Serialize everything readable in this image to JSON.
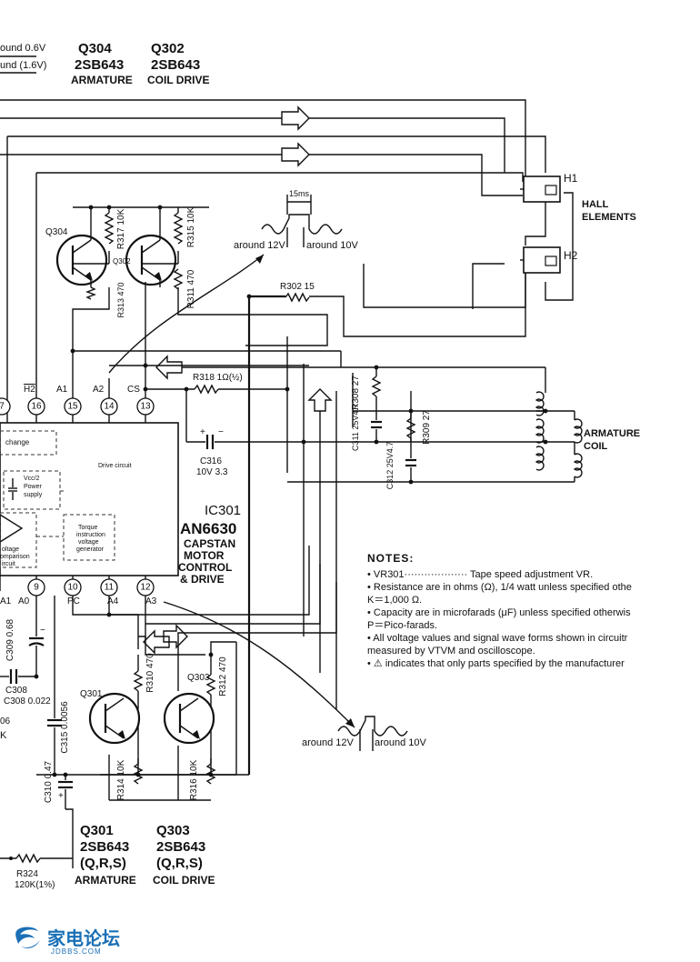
{
  "top_left": {
    "line1": "ound 0.6V",
    "line2": "und (1.6V)"
  },
  "q304_top": {
    "id": "Q304",
    "part": "2SB643",
    "role": "ARMATURE"
  },
  "q302_top": {
    "id": "Q302",
    "part": "2SB643",
    "role": "COIL DRIVE"
  },
  "q304_label": "Q304",
  "q302_label": "Q302",
  "r317": "R317 10K",
  "r315": "R315 10K",
  "r313": "R313 470",
  "r311": "R311 470",
  "r302": "R302 15",
  "r318": "R318 1Ω(½)",
  "r308": "R308 27",
  "r309": "R309 27",
  "c311": "C311 25V4.7",
  "c312": "C312 25V4.7",
  "c316": {
    "name": "C316",
    "value": "10V 3.3"
  },
  "hall": {
    "h1": "H1",
    "h2": "H2",
    "line1": "HALL",
    "line2": "ELEMENTS"
  },
  "armature": {
    "line1": "ARMATURE",
    "line2": "COIL"
  },
  "wave_top": {
    "period": "15ms",
    "left": "around 12V",
    "right": "around 10V"
  },
  "wave_bottom": {
    "left": "around 12V",
    "right": "around 10V"
  },
  "ic": {
    "id": "IC301",
    "part": "AN6630",
    "desc": [
      "CAPSTAN",
      "MOTOR",
      "CONTROL",
      "& DRIVE"
    ],
    "blocks": {
      "change": "change",
      "drive": "Drive circuit",
      "power": [
        "Vcc/2",
        "Power",
        "supply"
      ],
      "compare": [
        "oltage",
        "omparison",
        "ircuit"
      ],
      "torque": [
        "Torque",
        "instruction",
        "voltage",
        "generator"
      ]
    },
    "top_pins": [
      {
        "num": "7",
        "label": ""
      },
      {
        "num": "16",
        "label": "H2"
      },
      {
        "num": "15",
        "label": "A1"
      },
      {
        "num": "14",
        "label": "A2"
      },
      {
        "num": "13",
        "label": "CS"
      }
    ],
    "bottom_pins": [
      {
        "num": "",
        "label": "A1"
      },
      {
        "num": "9",
        "label": "A0"
      },
      {
        "num": "10",
        "label": "PC"
      },
      {
        "num": "11",
        "label": "A4"
      },
      {
        "num": "12",
        "label": "A3"
      }
    ]
  },
  "c309": "C309 0.68",
  "c308": "C308 0.022",
  "c315": "C315 0.0056",
  "left_frag": [
    "06",
    "K"
  ],
  "c310": "C310 0.47",
  "q301_label": "Q301",
  "q303_label": "Q303",
  "r310": "R310 470",
  "r312": "R312 470",
  "r314": "R314 10K",
  "r316": "R316 10K",
  "q301_bottom": {
    "id": "Q301",
    "part": "2SB643",
    "grade": "(Q,R,S)",
    "role": "ARMATURE"
  },
  "q303_bottom": {
    "id": "Q303",
    "part": "2SB643",
    "grade": "(Q,R,S)",
    "role": "COIL DRIVE"
  },
  "r324": {
    "name": "R324",
    "value": "120K(1%)"
  },
  "notes": {
    "title": "NOTES:",
    "lines": [
      "• VR301··················· Tape speed adjustment VR.",
      "• Resistance are in ohms (Ω), 1/4 watt unless specified othe",
      "   K＝1,000 Ω.",
      "• Capacity are in microfarads (μF) unless specified otherwis",
      "   P＝Pico-farads.",
      "• All voltage values and signal wave forms shown in circuitr",
      "   measured by VTVM and oscilloscope.",
      "• ⚠ indicates that only parts specified by the manufacturer"
    ]
  },
  "logo": {
    "cn": "家电论坛",
    "en": "JDBBS.COM"
  }
}
